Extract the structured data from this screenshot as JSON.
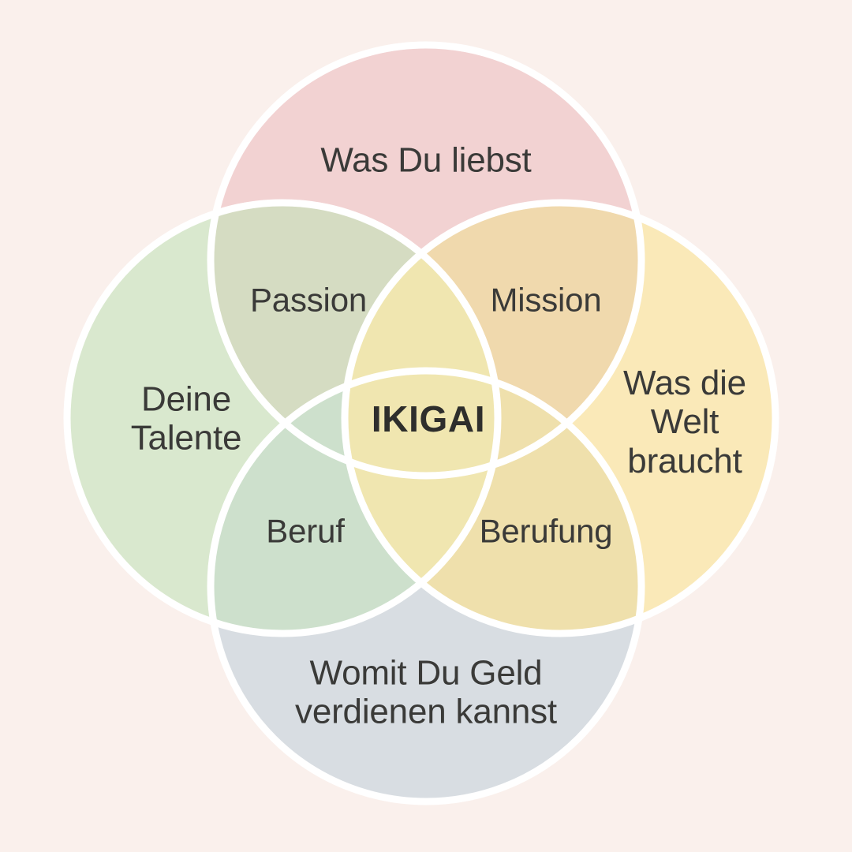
{
  "diagram": {
    "type": "venn",
    "title": "IKIGAI",
    "background_color": "#faf0ec",
    "stroke_color": "#ffffff",
    "text_color": "#3a3a38",
    "circles": [
      {
        "id": "love",
        "label": "Was Du liebst",
        "color": "#f2d2d2",
        "position": "top"
      },
      {
        "id": "talent",
        "label": "Deine\nTalente",
        "color": "#d9e8ce",
        "position": "left"
      },
      {
        "id": "world",
        "label": "Was die\nWelt\nbraucht",
        "color": "#fae9b8",
        "position": "right"
      },
      {
        "id": "money",
        "label": "Womit Du Geld\nverdienen kannst",
        "color": "#d8dde2",
        "position": "bottom"
      }
    ],
    "intersections": [
      {
        "id": "passion",
        "label": "Passion",
        "between": [
          "love",
          "talent"
        ],
        "color": "#d5dcc2"
      },
      {
        "id": "mission",
        "label": "Mission",
        "between": [
          "love",
          "world"
        ],
        "color": "#f0d9ad"
      },
      {
        "id": "beruf",
        "label": "Beruf",
        "between": [
          "talent",
          "money"
        ],
        "color": "#cde0cc"
      },
      {
        "id": "berufung",
        "label": "Berufung",
        "between": [
          "world",
          "money"
        ],
        "color": "#efe0ac"
      }
    ],
    "center": {
      "id": "ikigai",
      "label": "IKIGAI",
      "color": "#f0e6b0"
    }
  }
}
